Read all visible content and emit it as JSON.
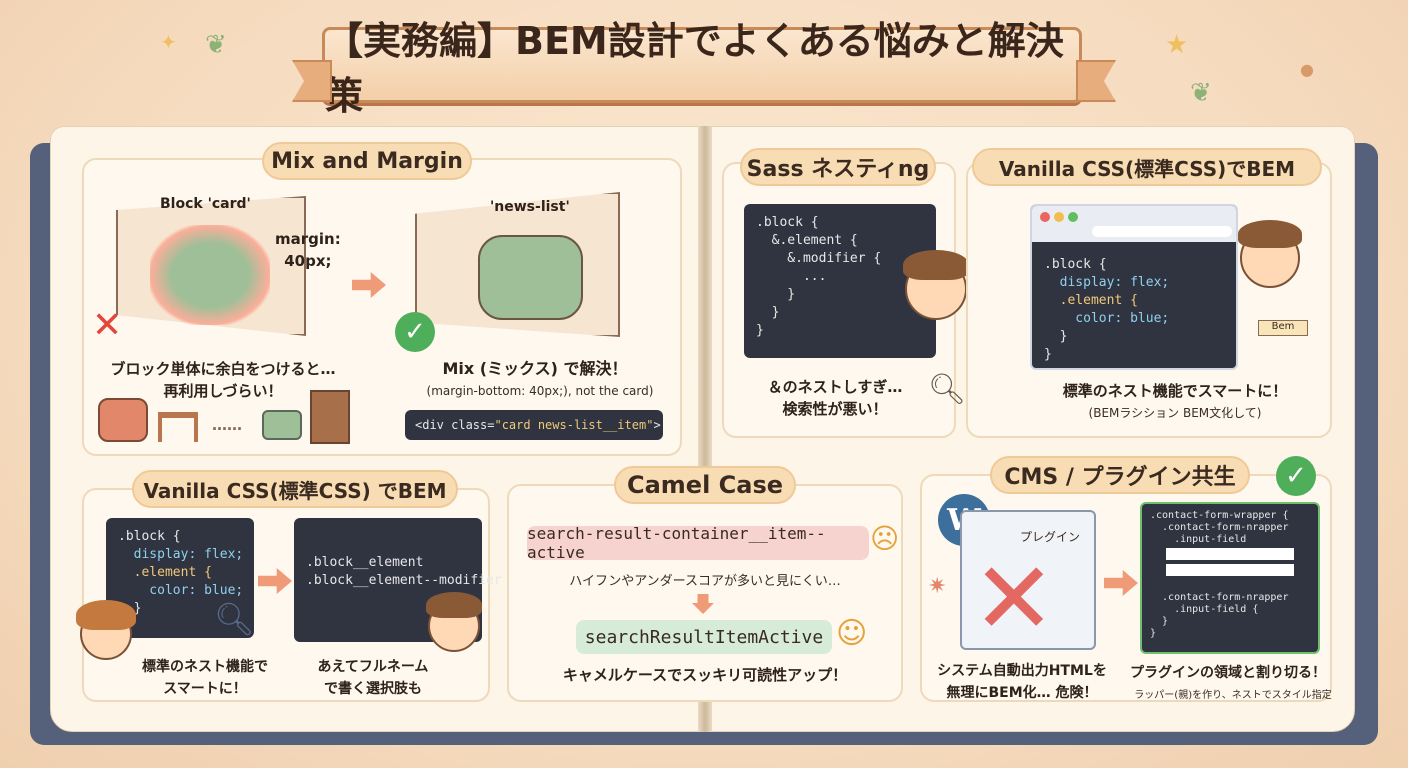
{
  "title": "【実務編】BEM設計でよくある悩みと解決策",
  "mix": {
    "heading": "Mix and Margin",
    "block_label": "Block 'card'",
    "margin_label": "margin:\n40px;",
    "news_label": "'news-list'",
    "bad_caption": "ブロック単体に余白をつけると…\n再利用しづらい！",
    "good_caption": "Mix (ミックス) で解決！",
    "good_sub": "(margin-bottom: 40px;), not the card)",
    "code_tag_open": "<div class=",
    "code_class": "\"card news-list__item\"",
    "code_tag_close": ">",
    "dots": "……"
  },
  "sass": {
    "heading": "Sass ネスティng",
    "code_lines": [
      ".block {",
      "  &.element {",
      "    &.modifier {",
      "      ...",
      "    }",
      "  }",
      "}"
    ],
    "caption": "＆のネストしすぎ…\n検索性が悪い！"
  },
  "vanilla_top": {
    "heading": "Vanilla CSS(標準CSS)でBEM",
    "code_lines": [
      ".block {",
      "  display: flex;",
      "  .element {",
      "    color: blue;",
      "  }",
      "}"
    ],
    "caption": "標準のネスト機能でスマートに！",
    "sub": "(BEMラシション BEM文化して)",
    "badge": "Bem"
  },
  "vanilla_bottom": {
    "heading": "Vanilla CSS(標準CSS) でBEM",
    "code_lines": [
      ".block {",
      "  display: flex;",
      "  .element {",
      "    color: blue;",
      "  }",
      "}"
    ],
    "code2_lines": [
      ".block__element",
      ".block__element--modifier"
    ],
    "caption1": "標準のネスト機能で\nスマートに！",
    "caption2": "あえてフルネーム\nで書く選択肢も"
  },
  "camel": {
    "heading": "Camel Case",
    "bad": "search-result-container__item--active",
    "bad_caption": "ハイフンやアンダースコアが多いと見にくい…",
    "good": "searchResultItemActive",
    "good_caption": "キャメルケースでスッキリ可読性アップ！"
  },
  "cms": {
    "heading": "CMS / プラグイン共生",
    "plugin_label": "プレグイン",
    "code_lines": [
      ".contact-form-wrapper {",
      "  .contact-form-nrapper",
      "    .input-field",
      "",
      "",
      "",
      "  .contact-form-nrapper",
      "    .input-field {",
      "  }",
      "}"
    ],
    "caption1": "システム自動出力HTMLを\n無理にBEM化… 危険！",
    "caption2": "プラグインの領域と割り切る！",
    "sub2": "ラッパー(親)を作り、ネストでスタイル指定"
  }
}
